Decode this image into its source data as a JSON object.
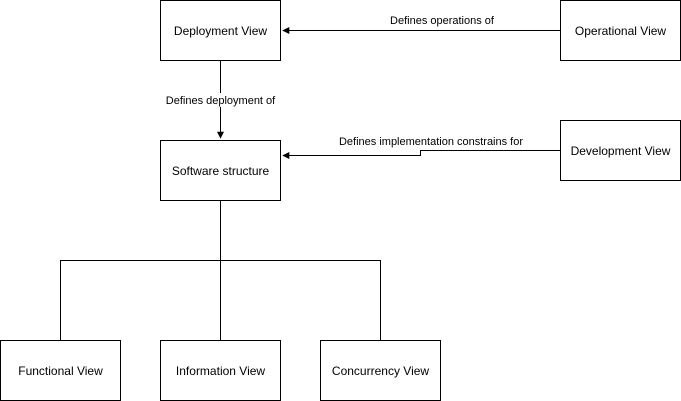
{
  "nodes": {
    "deployment_view": "Deployment View",
    "operational_view": "Operational View",
    "software_structure": "Software structure",
    "development_view": "Development View",
    "functional_view": "Functional View",
    "information_view": "Information View",
    "concurrency_view": "Concurrency View"
  },
  "edges": {
    "operational_to_deployment": "Defines operations of",
    "deployment_to_software": "Defines deployment of",
    "development_to_software": "Defines implementation constrains for"
  },
  "colors": {
    "stroke": "#000000",
    "fill": "#ffffff",
    "text": "#000000"
  }
}
